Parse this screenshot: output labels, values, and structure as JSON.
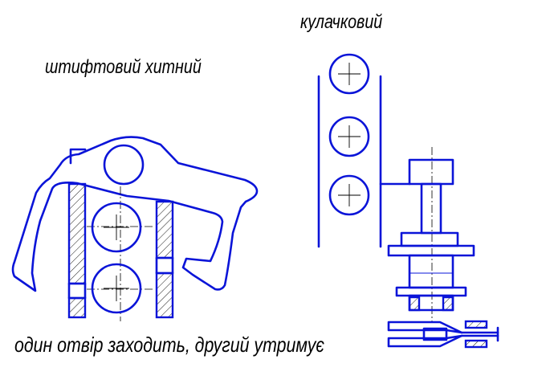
{
  "labels": {
    "pin_ratchet": "штифтовий хитний",
    "cam": "кулачковий",
    "caption": "один отвір заходить, другий утримує"
  },
  "colors": {
    "line": "#0a14d8",
    "text": "#000000",
    "background": "#ffffff"
  }
}
